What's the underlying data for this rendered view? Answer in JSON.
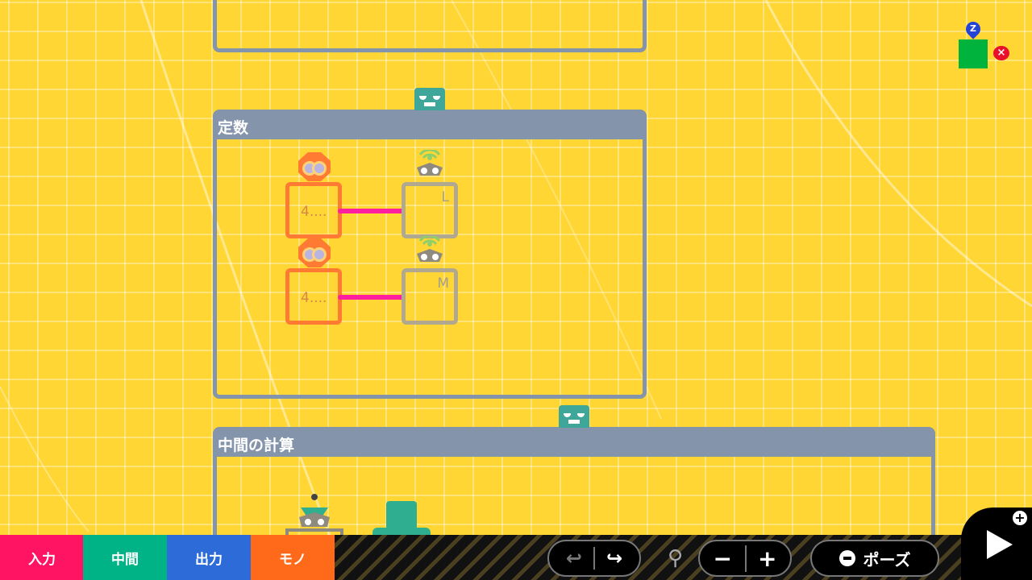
{
  "boxes": [
    {
      "title": ""
    },
    {
      "title": "定数"
    },
    {
      "title": "中間の計算"
    }
  ],
  "constant_nodes": [
    {
      "value": "4....",
      "wire_to": "L"
    },
    {
      "value": "4....",
      "wire_to": "M"
    }
  ],
  "tabs": [
    {
      "label": "入力",
      "color": "#FF1463"
    },
    {
      "label": "中間",
      "color": "#00B386"
    },
    {
      "label": "出力",
      "color": "#2D6BD9"
    },
    {
      "label": "モノ",
      "color": "#FF6A1A"
    }
  ],
  "toolbar": {
    "undo_icon": "undo-icon",
    "redo_icon": "redo-icon",
    "zoom_icon": "magnifier-icon",
    "zoom_out": "−",
    "zoom_in": "+",
    "pause_label": "ポーズ",
    "pause_icon": "minus-button-icon"
  },
  "minimap": {
    "marker_label": "Z",
    "close_label": "×",
    "object_color": "#00B33C"
  },
  "play": {
    "plus": "+"
  }
}
